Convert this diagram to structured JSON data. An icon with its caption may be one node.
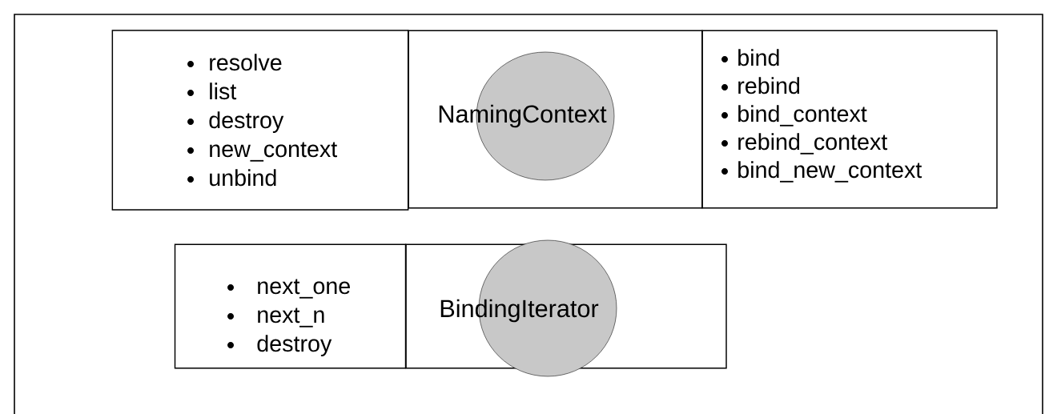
{
  "diagram": {
    "nodes": [
      {
        "text": [
          "resolve",
          "list",
          "destroy",
          "new_context",
          "unbind"
        ]
      },
      {
        "text": [],
        "shape": "box"
      },
      {
        "text": [
          "NamingContext"
        ],
        "in": 1
      },
      {
        "text": [
          "bind",
          "rebind",
          "bind_context",
          "rebind_context",
          "bind_new_context"
        ]
      },
      {
        "text": [
          "next_one",
          "next_n",
          "destroy"
        ]
      },
      {
        "text": [],
        "shape": "box"
      },
      {
        "text": [
          "BindingIterator"
        ],
        "in": 5
      }
    ]
  }
}
